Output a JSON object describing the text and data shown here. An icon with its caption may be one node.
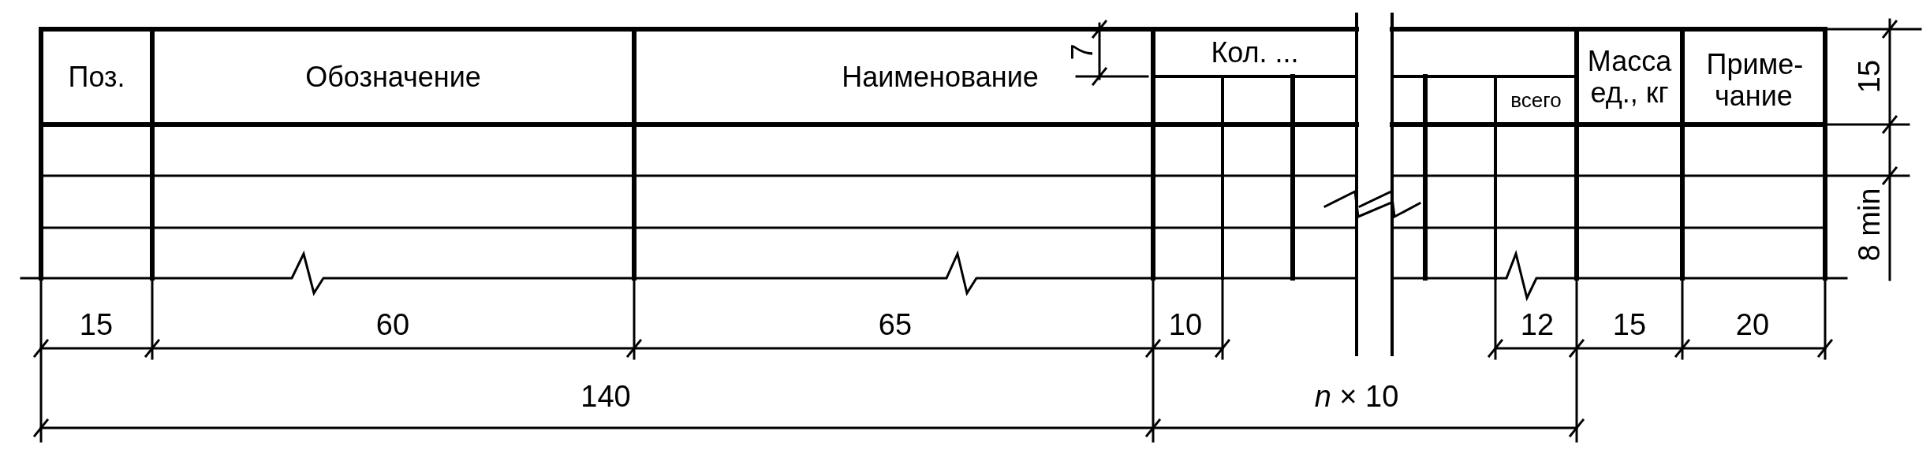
{
  "diagram": {
    "nodes": [
      {
        "text": [
          "Поз."
        ]
      },
      {
        "text": [
          "Обозначение"
        ]
      },
      {
        "text": [
          "Наименование"
        ]
      },
      {
        "text": [
          "Кол. ..."
        ]
      },
      {
        "text": [
          "всего"
        ]
      },
      {
        "text": [
          "Масса ед., кг"
        ]
      },
      {
        "text": [
          "Приме- чание"
        ]
      }
    ],
    "edges": [],
    "labels": [
      "7",
      "15",
      "8 min",
      "15",
      "60",
      "65",
      "10",
      "12",
      "15",
      "20",
      "140",
      "*n* × 10"
    ]
  }
}
